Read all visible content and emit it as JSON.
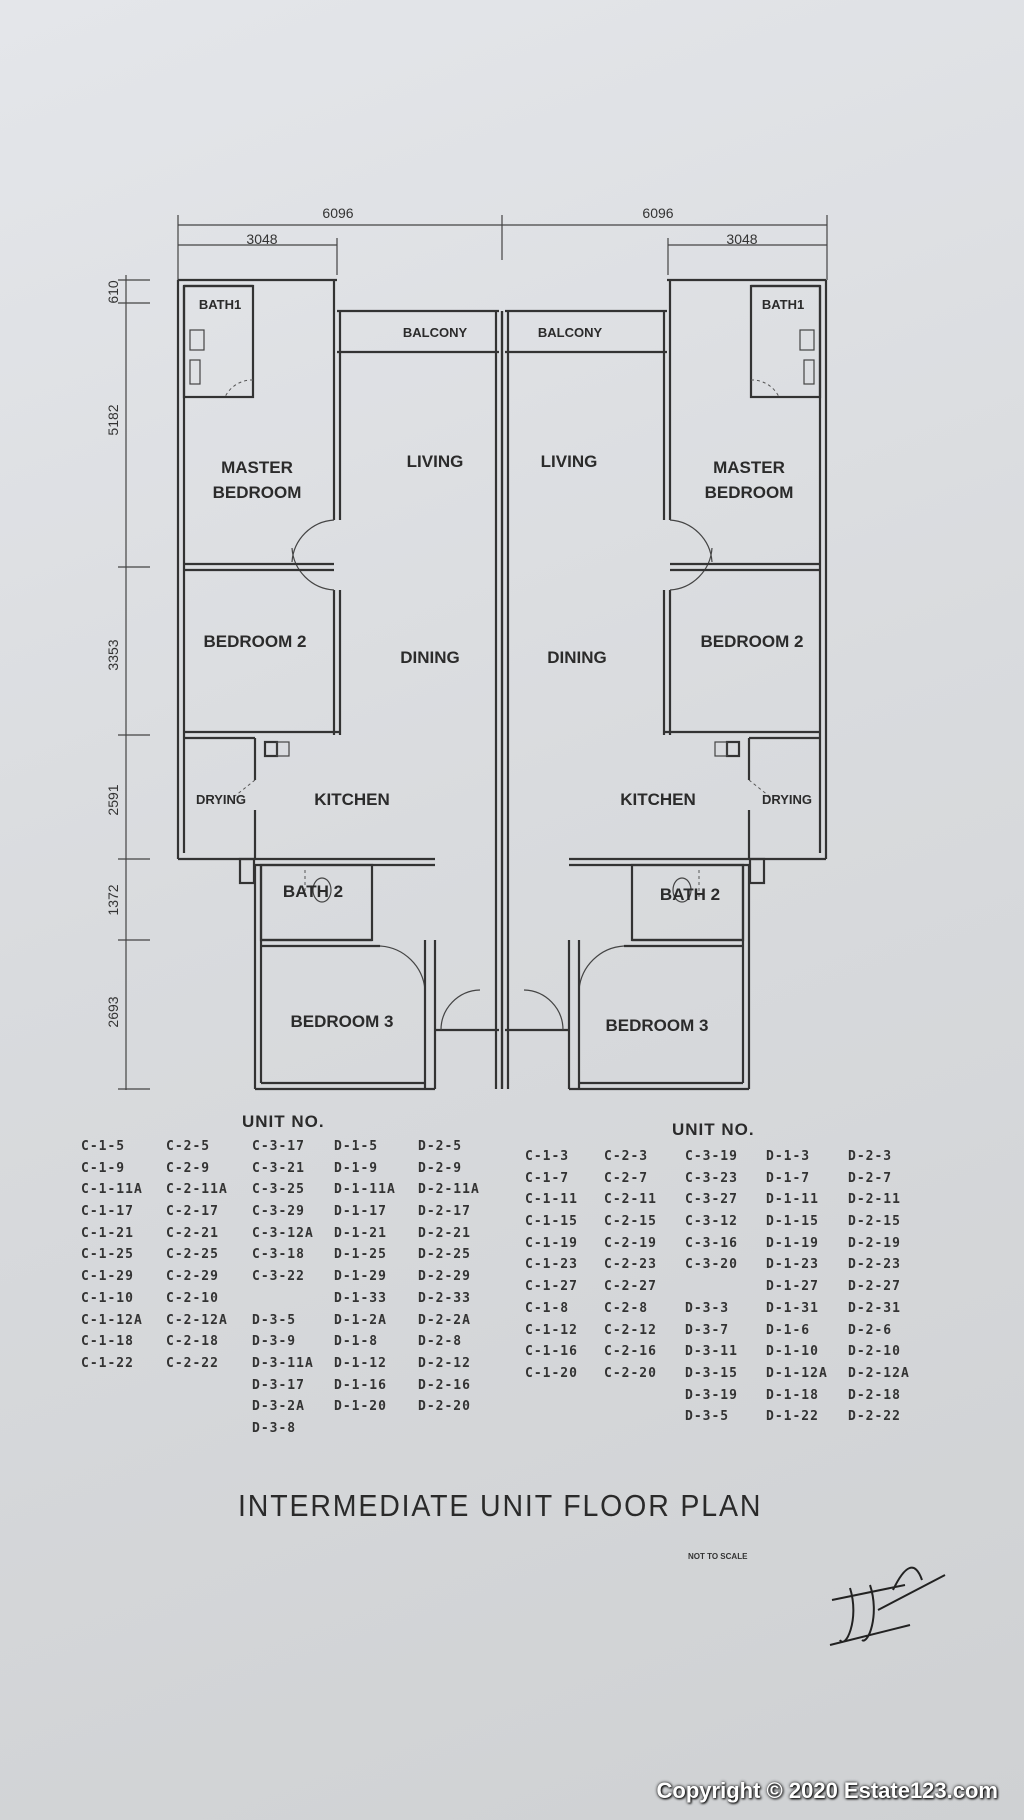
{
  "dimensions": {
    "top_overall_left": "6096",
    "top_overall_right": "6096",
    "top_partial_left": "3048",
    "top_partial_right": "3048",
    "vertical": [
      "610",
      "5182",
      "3353",
      "2591",
      "1372",
      "2693"
    ]
  },
  "rooms": {
    "bath1": "BATH1",
    "balcony": "BALCONY",
    "living": "LIVING",
    "master_1": "MASTER",
    "master_2": "BEDROOM",
    "bedroom2": "BEDROOM 2",
    "dining": "DINING",
    "drying": "DRYING",
    "kitchen": "KITCHEN",
    "bath2": "BATH 2",
    "bedroom3": "BEDROOM 3"
  },
  "left_units": {
    "heading": "UNIT NO.",
    "columns": [
      [
        "C-1-5",
        "C-1-9",
        "C-1-11A",
        "C-1-17",
        "C-1-21",
        "C-1-25",
        "C-1-29",
        "C-1-10",
        "C-1-12A",
        "C-1-18",
        "C-1-22"
      ],
      [
        "C-2-5",
        "C-2-9",
        "C-2-11A",
        "C-2-17",
        "C-2-21",
        "C-2-25",
        "C-2-29",
        "C-2-10",
        "C-2-12A",
        "C-2-18",
        "C-2-22"
      ],
      [
        "C-3-17",
        "C-3-21",
        "C-3-25",
        "C-3-29",
        "C-3-12A",
        "C-3-18",
        "C-3-22",
        "",
        "D-3-5",
        "D-3-9",
        "D-3-11A",
        "D-3-17",
        "D-3-2A",
        "D-3-8"
      ],
      [
        "D-1-5",
        "D-1-9",
        "D-1-11A",
        "D-1-17",
        "D-1-21",
        "D-1-25",
        "D-1-29",
        "D-1-33",
        "D-1-2A",
        "D-1-8",
        "D-1-12",
        "D-1-16",
        "D-1-20"
      ],
      [
        "D-2-5",
        "D-2-9",
        "D-2-11A",
        "D-2-17",
        "D-2-21",
        "D-2-25",
        "D-2-29",
        "D-2-33",
        "D-2-2A",
        "D-2-8",
        "D-2-12",
        "D-2-16",
        "D-2-20"
      ]
    ]
  },
  "right_units": {
    "heading": "UNIT NO.",
    "columns": [
      [
        "C-1-3",
        "C-1-7",
        "C-1-11",
        "C-1-15",
        "C-1-19",
        "C-1-23",
        "C-1-27",
        "C-1-8",
        "C-1-12",
        "C-1-16",
        "C-1-20"
      ],
      [
        "C-2-3",
        "C-2-7",
        "C-2-11",
        "C-2-15",
        "C-2-19",
        "C-2-23",
        "C-2-27",
        "C-2-8",
        "C-2-12",
        "C-2-16",
        "C-2-20"
      ],
      [
        "C-3-19",
        "C-3-23",
        "C-3-27",
        "C-3-12",
        "C-3-16",
        "C-3-20",
        "",
        "D-3-3",
        "D-3-7",
        "D-3-11",
        "D-3-15",
        "D-3-19",
        "D-3-5"
      ],
      [
        "D-1-3",
        "D-1-7",
        "D-1-11",
        "D-1-15",
        "D-1-19",
        "D-1-23",
        "D-1-27",
        "D-1-31",
        "D-1-6",
        "D-1-10",
        "D-1-12A",
        "D-1-18",
        "D-1-22"
      ],
      [
        "D-2-3",
        "D-2-7",
        "D-2-11",
        "D-2-15",
        "D-2-19",
        "D-2-23",
        "D-2-27",
        "D-2-31",
        "D-2-6",
        "D-2-10",
        "D-2-12A",
        "D-2-18",
        "D-2-22"
      ]
    ]
  },
  "title": "INTERMEDIATE UNIT FLOOR PLAN",
  "note": "NOT TO SCALE",
  "copyright": "Copyright © 2020 Estate123.com"
}
